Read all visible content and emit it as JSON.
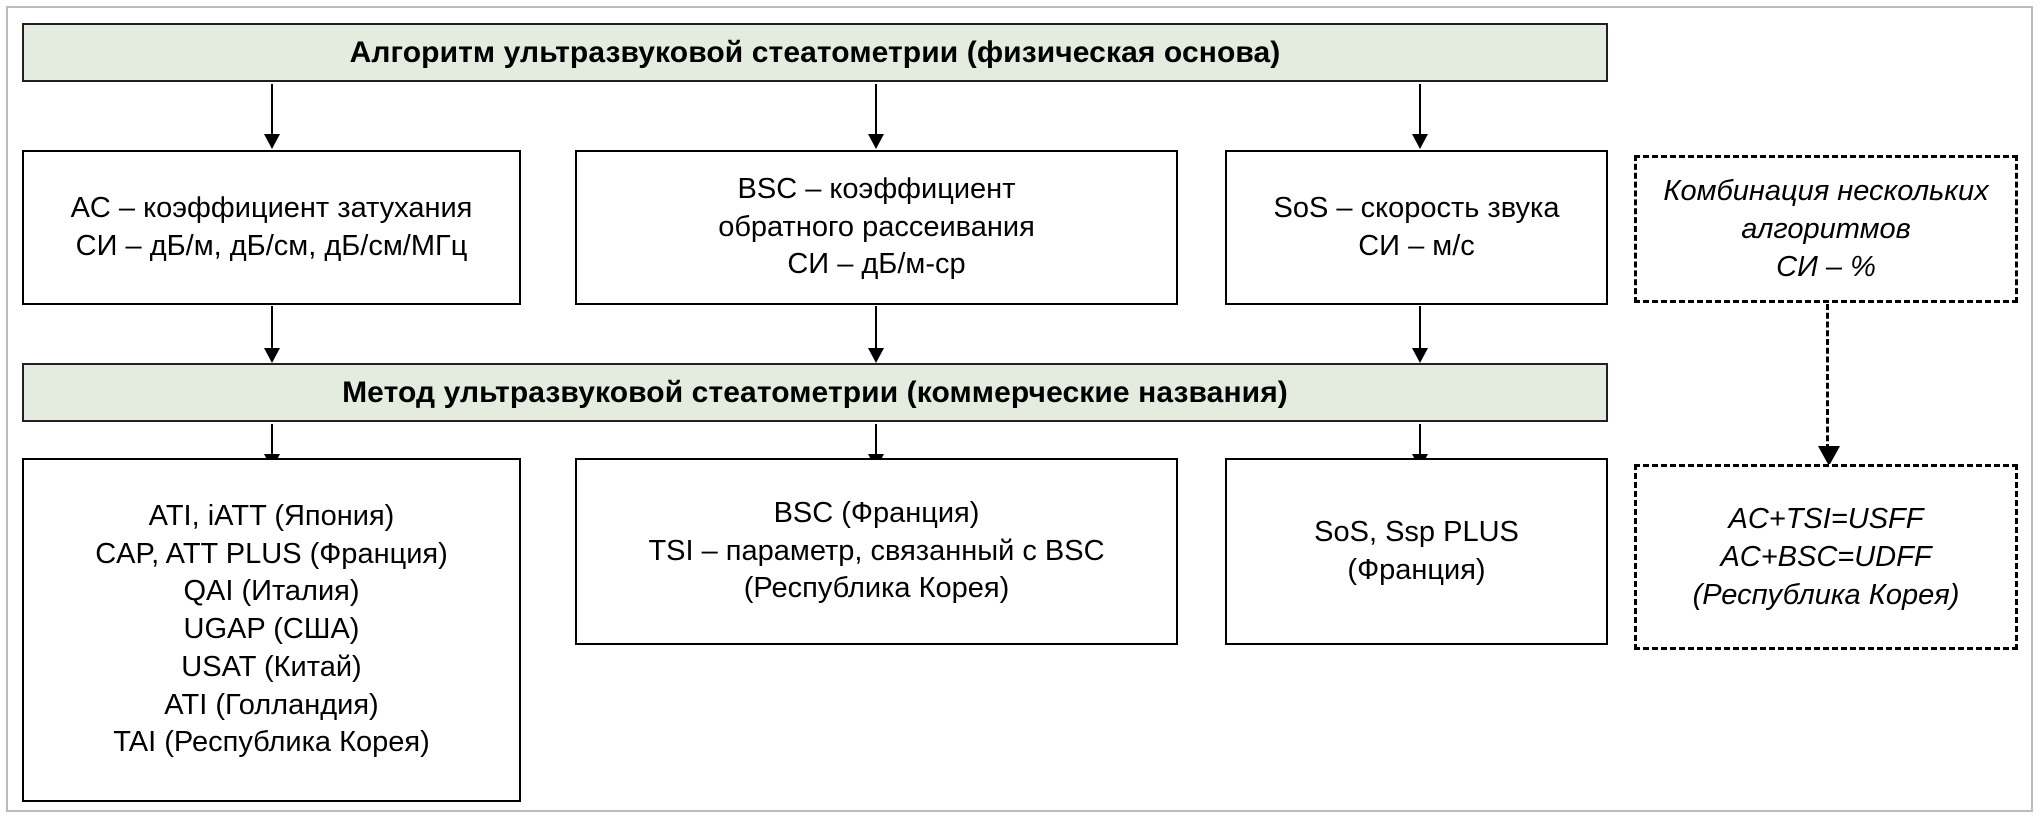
{
  "diagram": {
    "title_band_1": "Алгоритм ультразвуковой стеатометрии (физическая основа)",
    "title_band_2": "Метод ультразвуковой стеатометрии (коммерческие названия)",
    "colors": {
      "band_fill": "#e4ebdf",
      "border": "#000000",
      "page_frame": "#b9bdbd",
      "text": "#000000"
    },
    "physics_row": [
      {
        "id": "ac",
        "lines": [
          "AC – коэффициент затухания",
          "СИ – дБ/м, дБ/см, дБ/см/МГц"
        ]
      },
      {
        "id": "bsc",
        "lines": [
          "BSC – коэффициент",
          "обратного рассеивания",
          "СИ – дБ/м-ср"
        ]
      },
      {
        "id": "sos",
        "lines": [
          "SoS – скорость звука",
          "СИ – м/с"
        ]
      }
    ],
    "combination_box": {
      "id": "combination",
      "style": "dashed-italic",
      "lines": [
        "Комбинация нескольких",
        "алгоритмов",
        "СИ – %"
      ]
    },
    "commercial_row": [
      {
        "id": "ac-names",
        "lines": [
          "ATI, iATT (Япония)",
          "CAP, ATT PLUS (Франция)",
          "QAI (Италия)",
          "UGAP (США)",
          "USAT (Китай)",
          "ATI (Голландия)",
          "TAI (Республика Корея)"
        ]
      },
      {
        "id": "bsc-names",
        "lines": [
          "BSC (Франция)",
          "TSI – параметр, связанный с BSC",
          "(Республика Корея)"
        ]
      },
      {
        "id": "sos-names",
        "lines": [
          "SoS, Ssp PLUS",
          "(Франция)"
        ]
      }
    ],
    "combination_result_box": {
      "id": "combination-result",
      "style": "dashed-italic",
      "lines": [
        "AC+TSI=USFF",
        "AC+BSC=UDFF",
        "(Республика Корея)"
      ]
    }
  }
}
